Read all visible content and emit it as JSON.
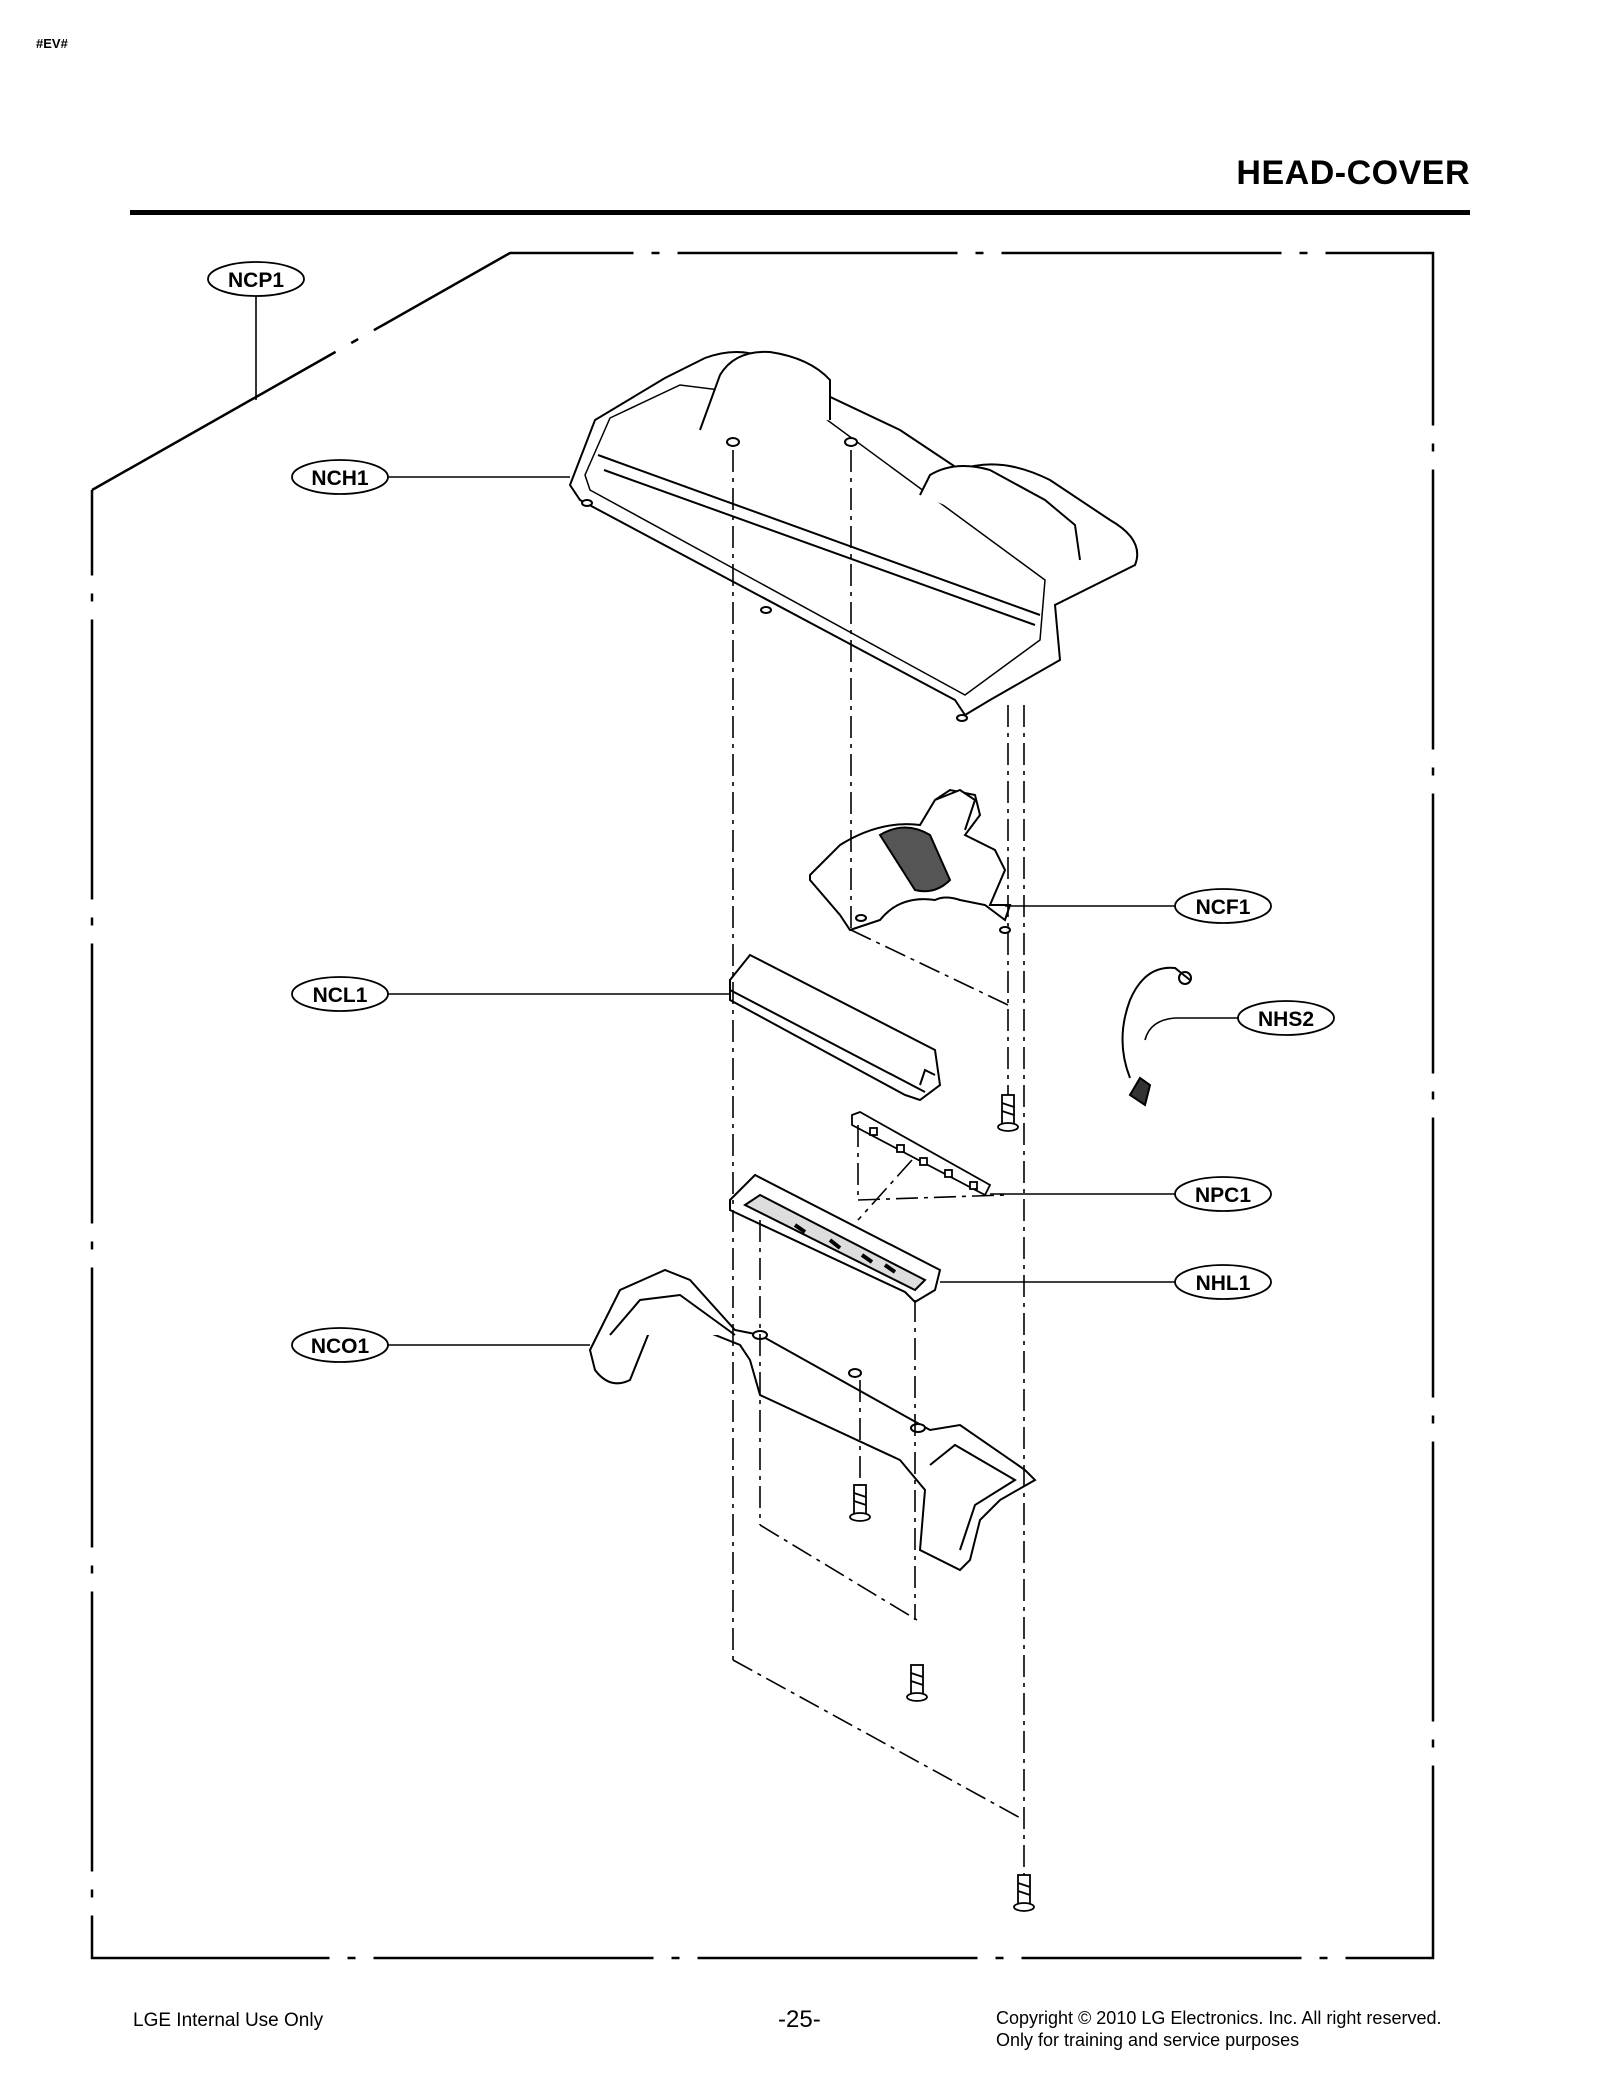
{
  "doc_code": "#EV#",
  "title": "HEAD-COVER",
  "callouts": {
    "ncp1": "NCP1",
    "nch1": "NCH1",
    "ncf1": "NCF1",
    "ncl1": "NCL1",
    "nhs2": "NHS2",
    "npc1": "NPC1",
    "nhl1": "NHL1",
    "nco1": "NCO1"
  },
  "footer": {
    "left": "LGE Internal Use Only",
    "page": "-25-",
    "copyright_line1": "Copyright © 2010 LG Electronics. Inc. All right reserved.",
    "copyright_line2": "Only for training and service purposes"
  }
}
